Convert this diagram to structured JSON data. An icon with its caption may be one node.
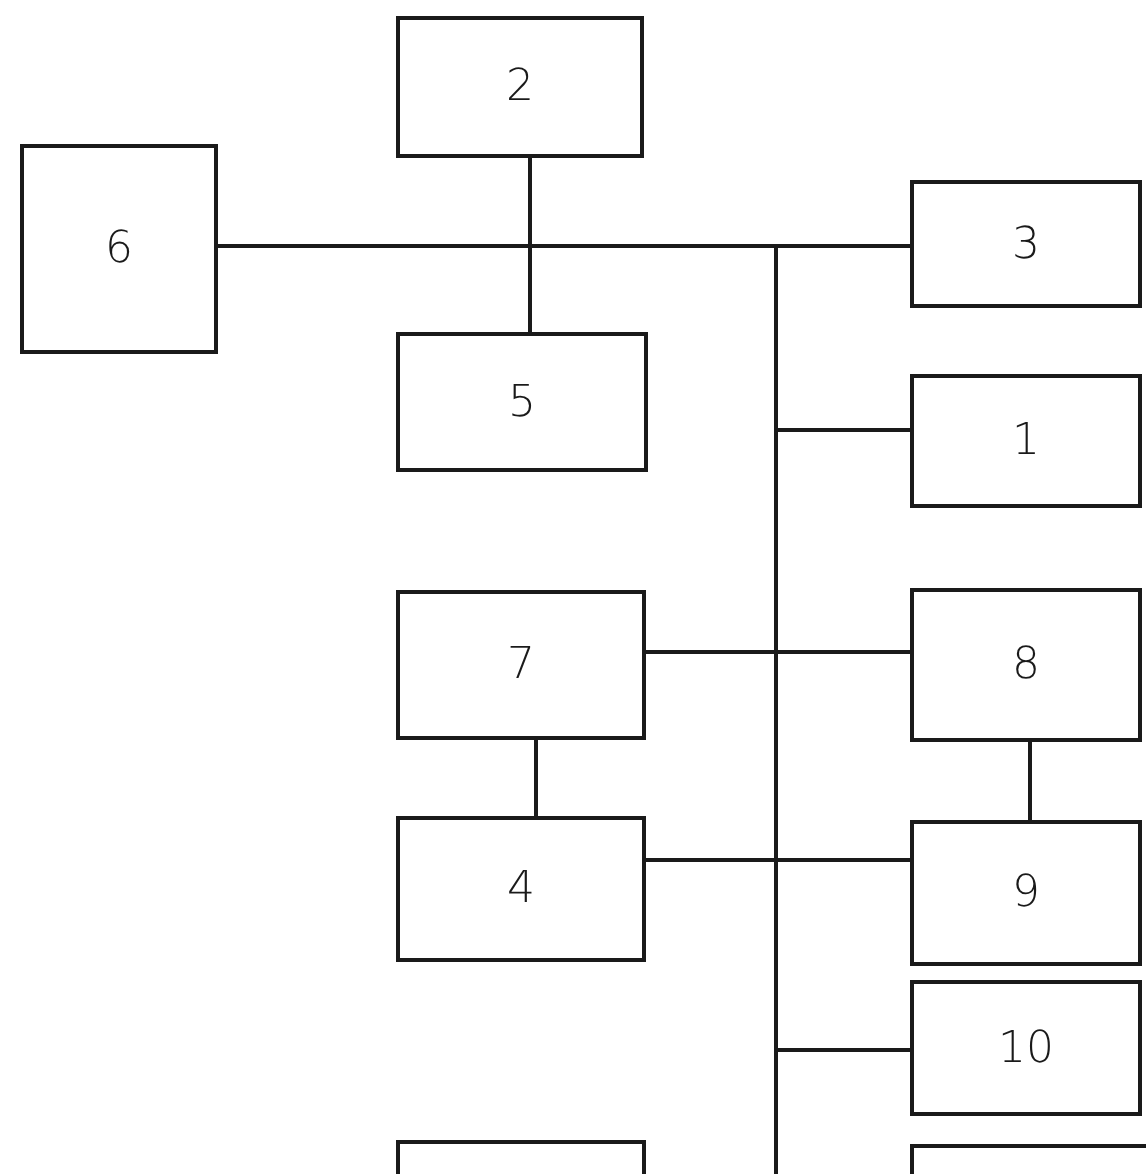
{
  "diagram": {
    "nodes": [
      {
        "text": [
          "2"
        ]
      },
      {
        "text": [
          "6"
        ]
      },
      {
        "text": [
          "3"
        ]
      },
      {
        "text": [
          "5"
        ]
      },
      {
        "text": [
          "1"
        ]
      },
      {
        "text": [
          "7"
        ]
      },
      {
        "text": [
          "8"
        ]
      },
      {
        "text": [
          "4"
        ]
      },
      {
        "text": [
          "9"
        ]
      },
      {
        "text": [
          "10"
        ]
      },
      {
        "text": [],
        "shape": "box"
      },
      {
        "text": [],
        "shape": "box"
      }
    ],
    "edges": [
      {
        "from": 1,
        "to": 2,
        "arrow": "none"
      },
      {
        "from": 0,
        "to": 3,
        "arrow": "none"
      },
      {
        "from": 2,
        "to": 4,
        "arrow": "none"
      },
      {
        "from": 2,
        "to": 9,
        "arrow": "none"
      },
      {
        "from": 2,
        "to": null,
        "arrow": "none"
      },
      {
        "from": 5,
        "to": 6,
        "arrow": "none"
      },
      {
        "from": 7,
        "to": 8,
        "arrow": "none"
      },
      {
        "from": 5,
        "to": 7,
        "arrow": "none"
      },
      {
        "from": 6,
        "to": 8,
        "arrow": "none"
      }
    ]
  }
}
